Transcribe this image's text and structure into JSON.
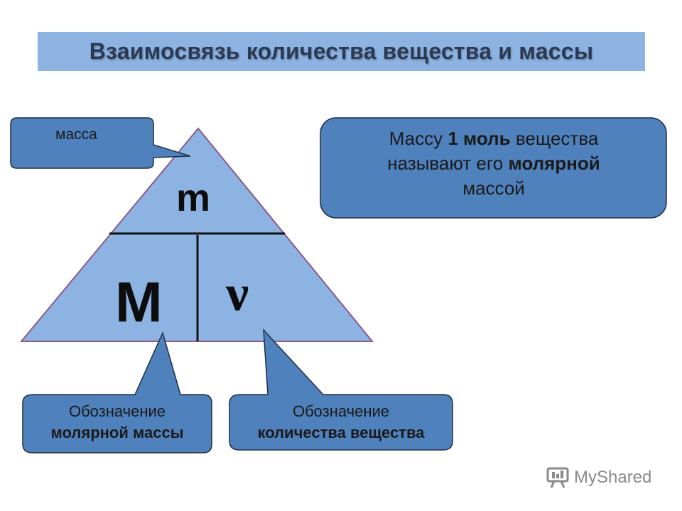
{
  "title": "Взаимосвязь количества вещества и массы",
  "triangle": {
    "top_symbol": "m",
    "left_symbol": "M",
    "right_symbol": "ν"
  },
  "callouts": {
    "mass_label": "масса",
    "molar_def": {
      "t1": "Массу ",
      "b1": "1 моль",
      "t2": " вещества",
      "t3": "называют его ",
      "b2": "молярной",
      "t4": "массой"
    },
    "molar_mass": {
      "line1": "Обозначение",
      "line2": "молярной массы"
    },
    "amount": {
      "line1": "Обозначение",
      "line2": "количества вещества"
    }
  },
  "watermark": "MyShared",
  "colors": {
    "title_bg": "#8db3e2",
    "callout_fill": "#4f81bd",
    "triangle_fill": "#8db3e2"
  }
}
